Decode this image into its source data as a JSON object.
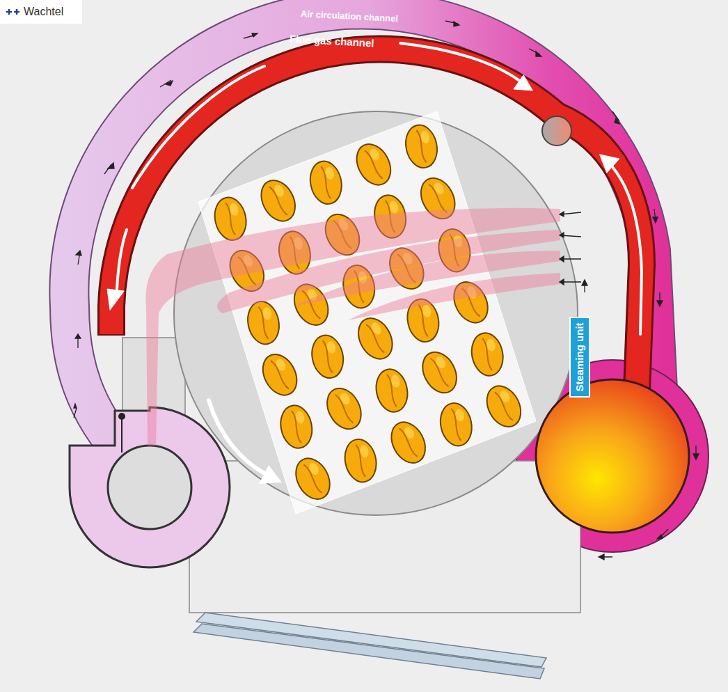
{
  "diagram": {
    "nodes": [
      {
        "text": [
          "Steaming unit"
        ]
      }
    ],
    "labels": [
      "Wachtel",
      "Air circulation channel",
      "Flue gas channel"
    ]
  }
}
